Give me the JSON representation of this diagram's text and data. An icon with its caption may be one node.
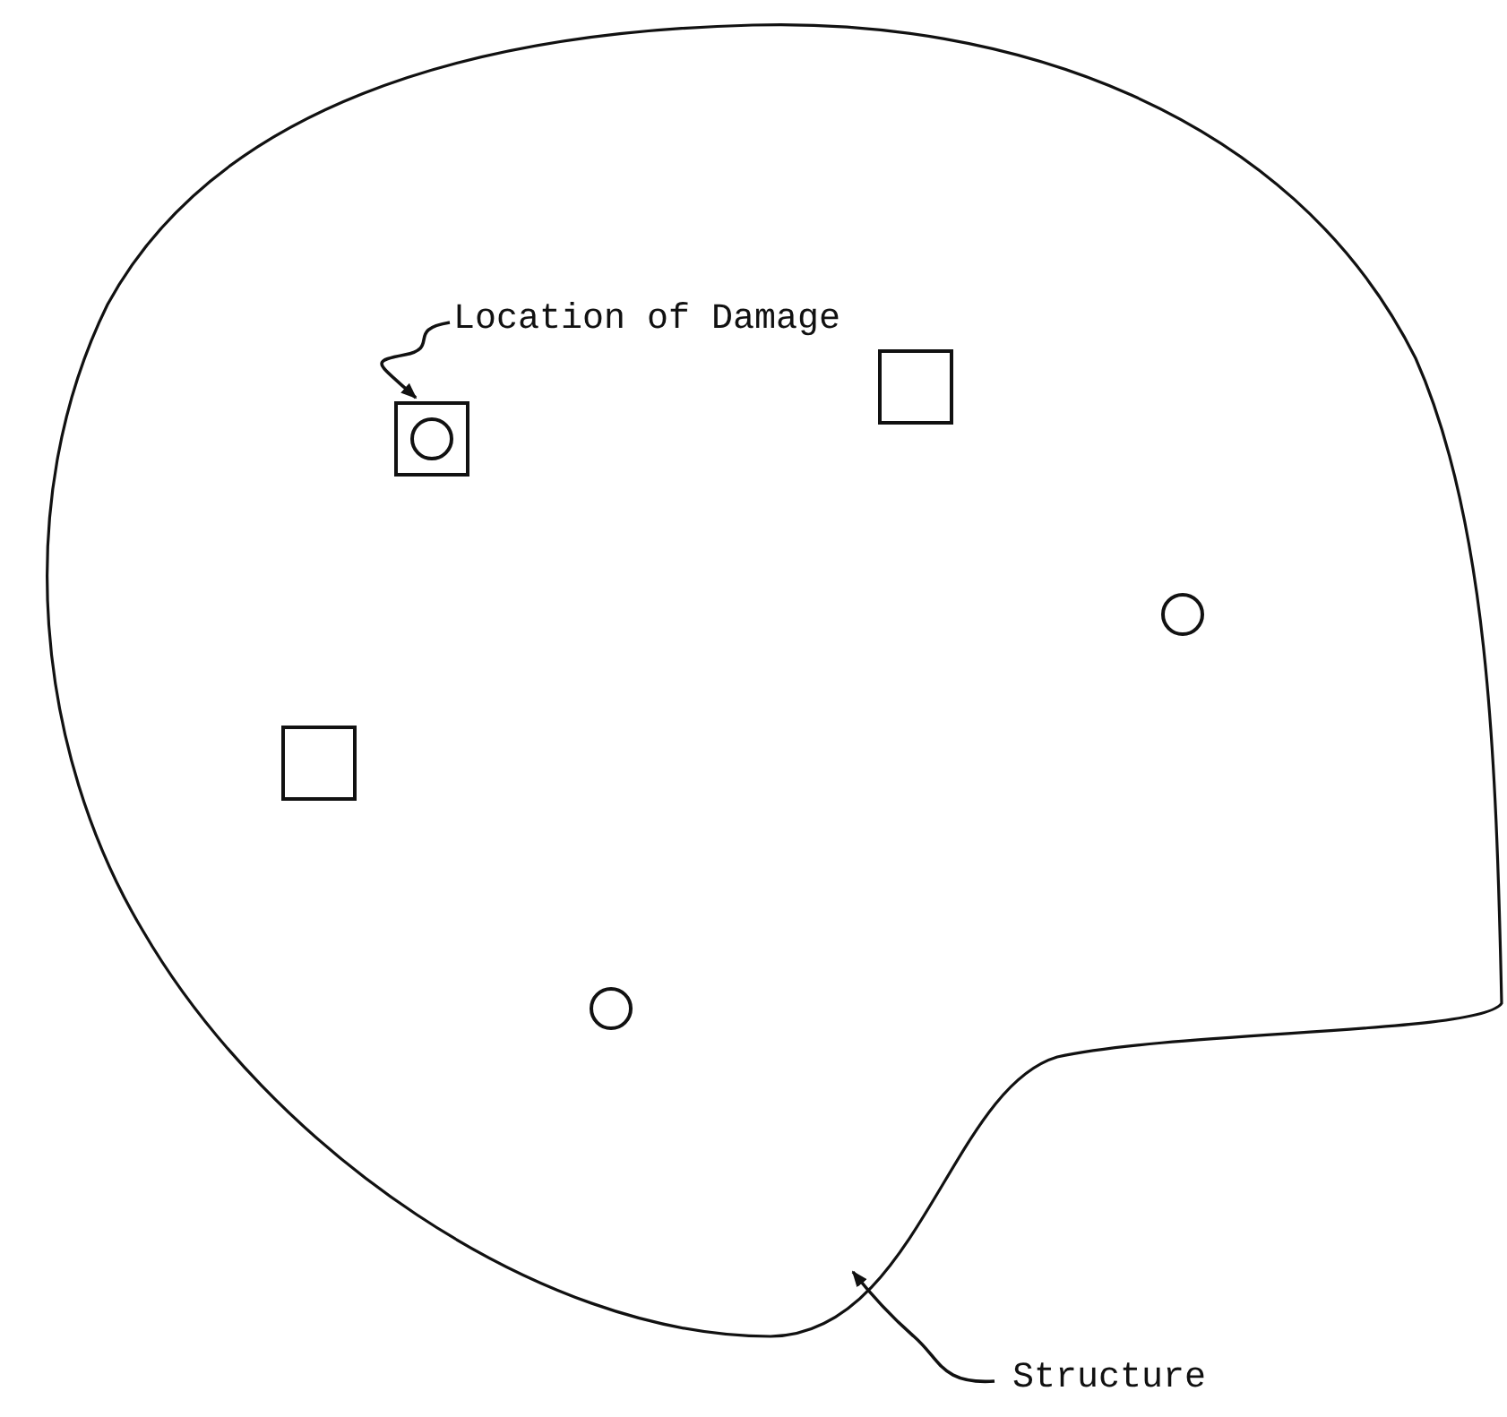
{
  "diagram": {
    "nodes": [
      {
        "text": [],
        "shape": "blob"
      },
      {
        "text": [
          "Location of Damage"
        ],
        "in": 0
      },
      {
        "text": [],
        "shape": "box",
        "in": 0
      },
      {
        "text": [],
        "shape": "circle",
        "in": 2
      },
      {
        "text": [],
        "shape": "box",
        "in": 0
      },
      {
        "text": [],
        "shape": "circle",
        "in": 0
      },
      {
        "text": [],
        "shape": "box",
        "in": 0
      },
      {
        "text": [],
        "shape": "circle",
        "in": 0
      },
      {
        "text": [
          "Structure"
        ]
      }
    ],
    "edges": [
      {
        "from": 1,
        "to": 2,
        "arrow": "to"
      },
      {
        "from": 8,
        "to": 0,
        "arrow": "to"
      }
    ]
  }
}
